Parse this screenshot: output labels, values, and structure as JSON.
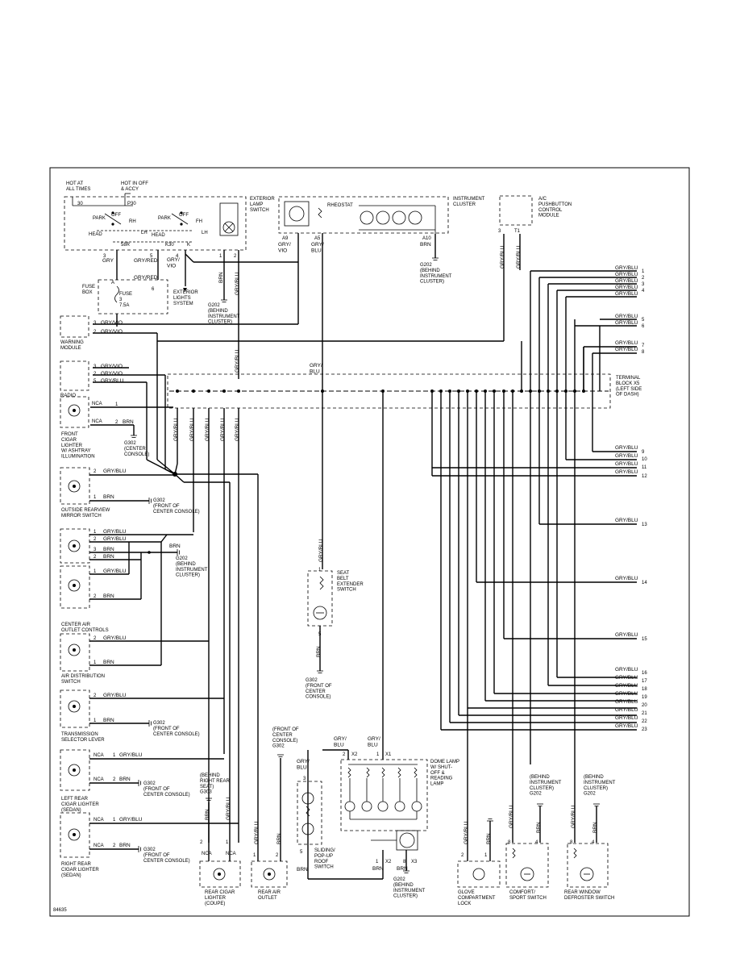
{
  "figure_id": "84635",
  "power": {
    "hot_at_all_times": "HOT AT\nALL TIMES",
    "hot_in_off": "HOT IN OFF\n& ACCY",
    "p30": "P30",
    "pin_30": "30",
    "pin_rh": "RH",
    "pin_lh": "LH",
    "pin_fh": "FH",
    "pin_lh2": "LH",
    "pin_58r": "58R",
    "pin_k30": "K30",
    "pin_k": "K",
    "park1": "PARK",
    "off1": "OFF",
    "head1": "HEAD",
    "park2": "PARK",
    "off2": "OFF",
    "head2": "HEAD",
    "exterior_lamp_switch": "EXTERIOR\nLAMP\nSWITCH"
  },
  "components": {
    "rheostat": "RHEOSTAT",
    "instrument_cluster": "INSTRUMENT\nCLUSTER",
    "ac_module": "A/C\nPUSHBUTTON\nCONTROL\nMODULE",
    "fuse_box": "FUSE\nBOX",
    "fuse": "FUSE\n3\n7.5A",
    "exterior_lights": "EXTERIOR\nLIGHTS\nSYSTEM",
    "warning_module": "WARNING\nMODULE",
    "radio": "RADIO",
    "front_cigar": "FRONT\nCIGAR\nLIGHTER\nW/ ASHTRAY\nILLUMINATION",
    "outside_mirror": "OUTSIDE REARVIEW\nMIRROR SWITCH",
    "center_air": "CENTER AIR\nOUTLET CONTROLS",
    "air_distribution": "AIR DISTRIBUTION\nSWITCH",
    "transmission": "TRANSMISSION\nSELECTOR LEVER",
    "left_rear_cigar": "LEFT REAR\nCIGAR LIGHTER\n(SEDAN)",
    "right_rear_cigar": "RIGHT REAR\nCIGAR LIGHTER\n(SEDAN)",
    "seat_belt": "SEAT\nBELT\nEXTENDER\nSWITCH",
    "dome_lamp": "DOME LAMP\nW/ SHUT-\nOFF &\nREADING\nLAMP",
    "sliding_roof": "SLIDING/\nPOP-UP\nROOF\nSWITCH",
    "rear_cigar_coupe": "REAR CIGAR\nLIGHTER\n(COUPE)",
    "rear_air_outlet": "REAR AIR\nOUTLET",
    "glove_lock": "GLOVE\nCOMPARTMENT\nLOCK",
    "comfort_sport": "COMFORT/\nSPORT SWITCH",
    "rear_window": "REAR WINDOW\nDEFROSTER SWITCH",
    "terminal_block": "TERMINAL\nBLOCK X5\n(LEFT SIDE\nOF DASH)"
  },
  "grounds": {
    "g202_a": "G202\n(BEHIND\nINSTRUMENT\nCLUSTER)",
    "g202_b": "G202\n(BEHIND\nINSTRUMENT\nCLUSTER)",
    "g202_c": "G202\n(BEHIND\nINSTRUMENT\nCLUSTER)",
    "g202_d": "G202\n(BEHIND\nINSTRUMENT\nCLUSTER)",
    "g302_center": "G302\n(CENTER\nCONSOLE)",
    "g302_mirror": "G302\n(FRONT OF\nCENTER CONSOLE)",
    "g302_seat": "G302\n(FRONT OF\nCENTER\nCONSOLE)",
    "g302_trans": "G302\n(FRONT OF\nCENTER CONSOLE)",
    "g302_left_rear": "G302\n(FRONT OF\nCENTER CONSOLE)",
    "g302_right_rear": "G302\n(FRONT OF\nCENTER CONSOLE)",
    "g302_rear_air": "(FRONT OF\nCENTER\nCONSOLE)\nG302",
    "g303": "(BEHIND\nRIGHT REAR\nSEAT)\nG303",
    "g202_comfort": "(BEHIND\nINSTRUMENT\nCLUSTER)\nG202",
    "g202_defrost": "(BEHIND\nINSTRUMENT\nCLUSTER)\nG202"
  },
  "wire_labels": {
    "gry_blu": "GRY/BLU",
    "gry_vio": "GRY/VIO",
    "gry_red": "GRY/RED",
    "gry": "GRY",
    "brn": "BRN",
    "nca": "NCA",
    "gry_vio_stack": "GRY/\nVIO",
    "gry_blu_stack": "GRY/\nBLU"
  },
  "right_pins": [
    "1",
    "2",
    "3",
    "4",
    "5",
    "6",
    "7",
    "8",
    "9",
    "10",
    "11",
    "12",
    "13",
    "14",
    "15",
    "16",
    "17",
    "18",
    "19",
    "20",
    "21",
    "22",
    "23"
  ],
  "colors": {
    "line": "#000000",
    "background": "#ffffff"
  }
}
